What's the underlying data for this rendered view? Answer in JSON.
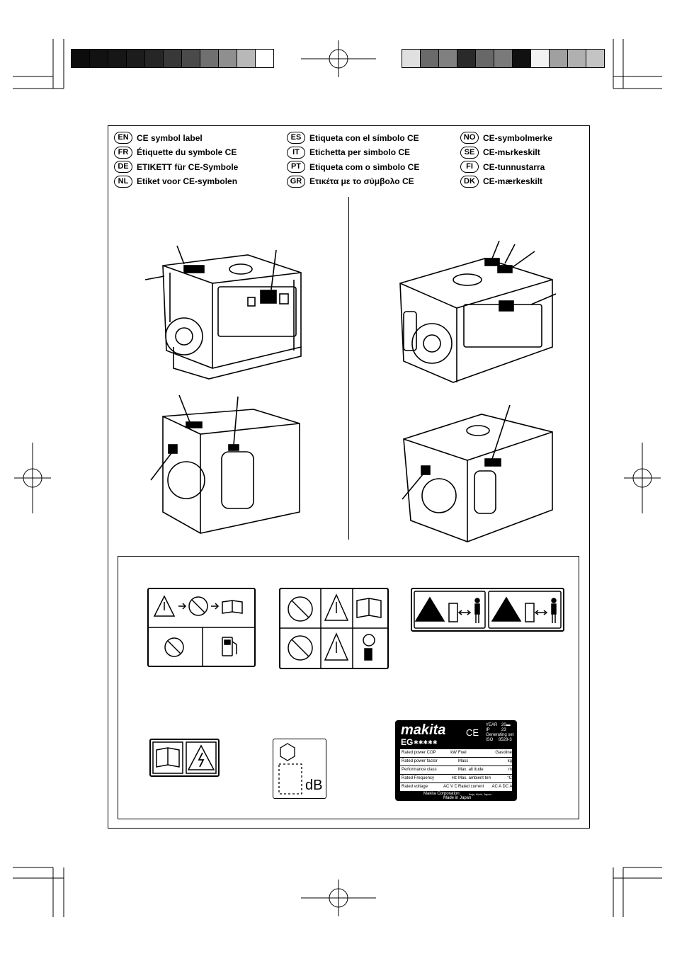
{
  "color_bars": {
    "left": [
      "#0c0c0c",
      "#121212",
      "#161616",
      "#1c1c1c",
      "#262626",
      "#383838",
      "#4a4a4a",
      "#707070",
      "#8f8f8f",
      "#b8b8b8",
      "#ffffff"
    ],
    "right": [
      "#e0e0e0",
      "#6a6a6a",
      "#808080",
      "#2a2a2a",
      "#686868",
      "#7a7a7a",
      "#111111",
      "#f2f2f2",
      "#a0a0a0",
      "#b0b0b0",
      "#c4c4c4"
    ]
  },
  "languages": [
    {
      "code": "EN",
      "text": "CE symbol label"
    },
    {
      "code": "FR",
      "text": "Étiquette du symbole CE"
    },
    {
      "code": "DE",
      "text": "ETIKETT für CE-Symbole"
    },
    {
      "code": "NL",
      "text": "Etiket voor CE-symbolen"
    },
    {
      "code": "ES",
      "text": "Etiqueta con el símbolo CE"
    },
    {
      "code": "IT",
      "text": "Etichetta per simbolo CE"
    },
    {
      "code": "PT",
      "text": "Etiqueta com o sìmbolo CE"
    },
    {
      "code": "GR",
      "text": "Ετικέτα με το σύμβολο CE"
    },
    {
      "code": "NO",
      "text": "CE-symbolmerke"
    },
    {
      "code": "SE",
      "text": "CE-mь‌rkeskilt"
    },
    {
      "code": "FI",
      "text": "CE-tunnustarra"
    },
    {
      "code": "DK",
      "text": "CE-mærkeskilt"
    }
  ],
  "noise_label": {
    "unit": "dB"
  },
  "plate": {
    "brand": "makita",
    "model": "EG",
    "model_suffix": "✱✱✱✱✱",
    "ce": "CE",
    "year_label": "YEAR",
    "year_value": "20▬",
    "ip_label": "IP",
    "ip_value": "23",
    "genset_label": "Generating set",
    "iso_label": "ISO",
    "iso_value": "8528-3",
    "rows": [
      {
        "l": "Rated power COP",
        "lu": "kW",
        "r": "Fuel",
        "rv": "Gasoline"
      },
      {
        "l": "Rated power factor",
        "lu": "",
        "r": "Mass",
        "rv": "kg"
      },
      {
        "l": "Performance class",
        "lu": "",
        "r": "Max. alt itude",
        "rv": "m"
      },
      {
        "l": "Rated Frequency",
        "lu": "Hz",
        "r": "Max. ambient temp",
        "rv": "°C"
      },
      {
        "l": "Rated voltage",
        "lu": "AC V  DC V",
        "r": "Rated current",
        "rv": "AC A  DC A"
      }
    ],
    "maker": "Makita Corporation",
    "maker_loc": "Anjo, Aichi, Japan",
    "made_in": "Made in Japan"
  }
}
